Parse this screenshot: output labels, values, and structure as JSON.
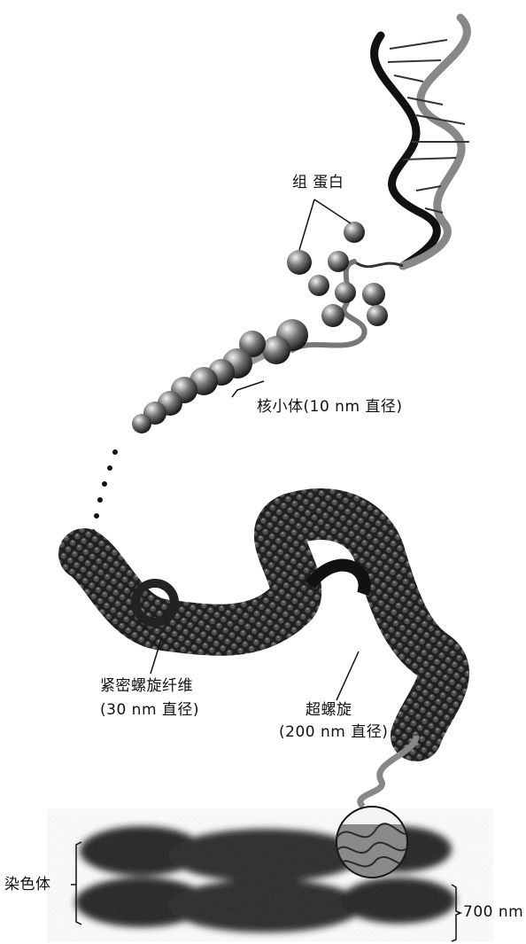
{
  "labels": {
    "histone": "组 蛋白",
    "nucleosome": "核小体(10 nm 直径)",
    "fiber_line1": "紧密螺旋纤维",
    "fiber_line2": "(30 nm 直径)",
    "supercoil_line1": "超螺旋",
    "supercoil_line2": "(200 nm 直径)",
    "chromosome": "染色体",
    "width_700": "700 nm"
  },
  "colors": {
    "ink": "#111111",
    "shade": "#555555",
    "background": "#ffffff"
  }
}
